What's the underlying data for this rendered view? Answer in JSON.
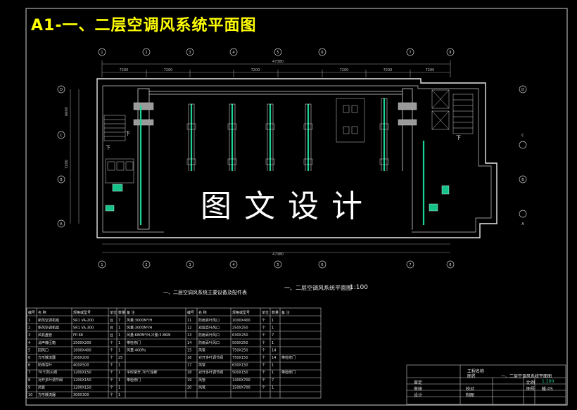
{
  "drawing": {
    "title": "A1-一、二层空调风系统平面图",
    "watermark": "图文设计",
    "plan_caption": "一、二层空调风系统平面图",
    "scale": "1:100",
    "table_caption": "一、二层空调风系统主要设备及配件表"
  },
  "dimensions": {
    "top_total": "47380",
    "bottom_total": "47380",
    "bays": [
      "7200",
      "7200",
      "7200",
      "7200",
      "7200",
      "7200"
    ],
    "left_sides": [
      "6600",
      "7200"
    ]
  },
  "grid_bubbles": {
    "top": [
      "1",
      "2",
      "3",
      "4",
      "5",
      "6",
      "7",
      "8"
    ],
    "left": [
      "A",
      "B",
      "C",
      "D"
    ]
  },
  "equipment_table": {
    "headers": [
      "编号",
      "名 称",
      "规格或型号",
      "单位",
      "数量",
      "备 注",
      "编号",
      "名 称",
      "规格或型号",
      "单位",
      "数量",
      "备 注"
    ],
    "left_rows": [
      [
        "1",
        "新风空调机组",
        "SR1 VA-200",
        "台",
        "7",
        "风量:3000M³/H"
      ],
      [
        "2",
        "新风空调机组",
        "SR1 VA-300",
        "台",
        "1",
        "风量:3000M³/H"
      ],
      [
        "3",
        "风机盘管",
        "FP-68",
        "台",
        "1",
        "风量:680M³/H,冷量:3.8KW"
      ],
      [
        "4",
        "消声静压箱",
        "2500X200",
        "个",
        "1",
        "带检修门"
      ],
      [
        "5",
        "回风口",
        "1600X400",
        "个",
        "1",
        "风量:400Pa"
      ],
      [
        "6",
        "方形散流器",
        "200X200",
        "个",
        "25",
        ""
      ],
      [
        "6",
        "防雨百叶",
        "400X500",
        "个",
        "1",
        ""
      ],
      [
        "7",
        "70℃防火阀",
        "1200X150",
        "个",
        "1",
        "平时常开,70℃熔断"
      ],
      [
        "8",
        "对开多叶调节阀",
        "1200X150",
        "个",
        "1",
        "带检修门"
      ],
      [
        "9",
        "风管",
        "1200X150",
        "个",
        "1",
        ""
      ],
      [
        "10",
        "方形散流器",
        "300X300",
        "个",
        "1",
        ""
      ]
    ],
    "right_rows": [
      [
        "11",
        "防雨百叶风口",
        "1000X400",
        "个",
        "1",
        ""
      ],
      [
        "12",
        "双层百叶风口",
        "250X250",
        "个",
        "1",
        ""
      ],
      [
        "13",
        "防雨百叶风口",
        "630X250",
        "个",
        "7",
        ""
      ],
      [
        "14",
        "防雨百叶风口",
        "500X250",
        "个",
        "1",
        ""
      ],
      [
        "15",
        "风管",
        "750X250",
        "个",
        "14",
        ""
      ],
      [
        "16",
        "对开多叶调节阀",
        "750X150",
        "个",
        "14",
        "带检修门"
      ],
      [
        "17",
        "风管",
        "630X150",
        "个",
        "1",
        ""
      ],
      [
        "18",
        "对开多叶调节阀",
        "500X150",
        "个",
        "1",
        "带检修门"
      ],
      [
        "19",
        "风管",
        "1400X700",
        "个",
        "7",
        ""
      ],
      [
        "20",
        "风管",
        "1500X700",
        "个",
        "1",
        ""
      ]
    ]
  },
  "title_block": {
    "project_label": "工程名称",
    "drawing_label": "图名",
    "drawing_name": "一、二层空调风系统平面图",
    "scale_label": "比例",
    "scale_value": "1:100",
    "number_label": "图号",
    "number_value": "暖-05",
    "rows": [
      "审定",
      "审核",
      "设计"
    ],
    "mid": [
      "校对",
      "制图"
    ]
  }
}
